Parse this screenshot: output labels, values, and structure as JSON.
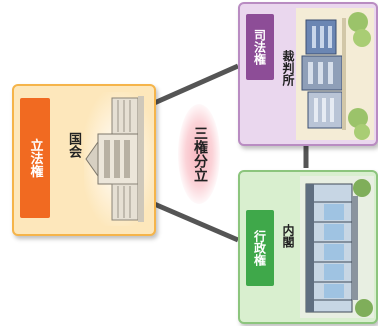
{
  "center": {
    "label": "三権分立"
  },
  "legislative": {
    "title": "立法権",
    "body": "国会"
  },
  "judicial": {
    "title": "司法権",
    "body": "裁判所"
  },
  "executive": {
    "title": "行政権",
    "body": "内閣"
  },
  "colors": {
    "legislative_strip": "#f16a21",
    "legislative_card": "#fde7bb",
    "judicial_strip": "#8d4d97",
    "judicial_card": "#ead7ee",
    "executive_strip": "#3fa84a",
    "executive_card": "#d9efcf",
    "connector": "#555555",
    "center_glow": "#f7b3bd"
  },
  "icons": {
    "legislative": "national-diet-building-icon",
    "judicial": "court-building-icon",
    "executive": "cabinet-office-building-icon"
  }
}
